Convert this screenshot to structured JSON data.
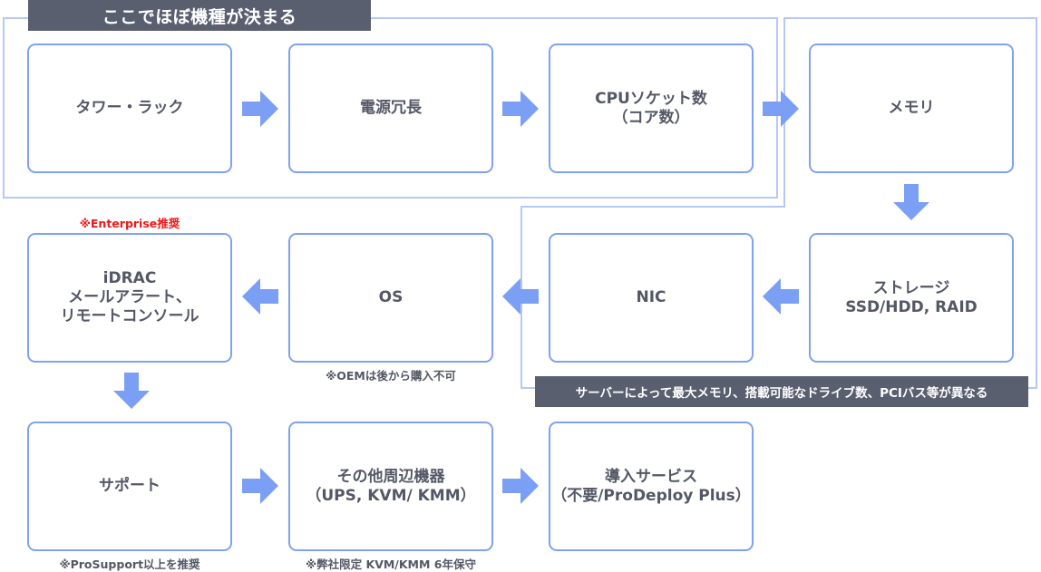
{
  "colors": {
    "card_border": "#7fa2f0",
    "frame_line": "#b4c8f8",
    "arrow": "#7b9ff5",
    "banner_bg": "#5a5f70",
    "text": "#545866",
    "note_red": "#f01818"
  },
  "banners": {
    "top": "ここでほぼ機種が決まる",
    "middle": "サーバーによって最大メモリ、搭載可能なドライブ数、PCIバス等が異なる"
  },
  "steps": {
    "form_factor": "タワー・ラック",
    "power_redundancy": "電源冗長",
    "cpu": "CPUソケット数\n（コア数）",
    "memory": "メモリ",
    "storage": "ストレージ\nSSD/HDD, RAID",
    "nic": "NIC",
    "os": "OS",
    "idrac": "iDRAC\nメールアラート、\nリモートコンソール",
    "support": "サポート",
    "peripherals": "その他周辺機器\n（UPS, KVM/ KMM）",
    "deploy": "導入サービス\n（不要/ProDeploy Plus）"
  },
  "notes": {
    "idrac": "※Enterprise推奨",
    "os": "※OEMは後から購入不可",
    "support": "※ProSupport以上を推奨",
    "peripherals": "※弊社限定 KVM/KMM 6年保守"
  }
}
